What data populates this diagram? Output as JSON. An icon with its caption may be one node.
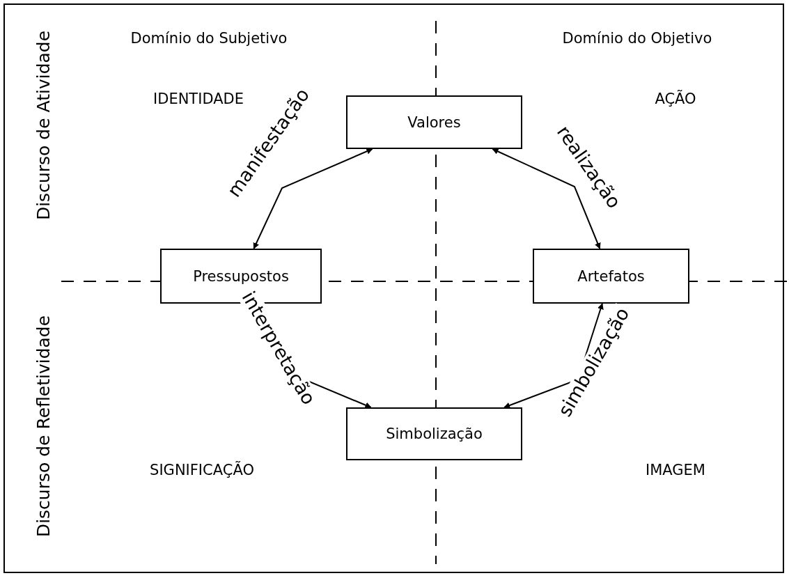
{
  "diagram": {
    "nodes": [
      {
        "text": [
          "Valores"
        ]
      },
      {
        "text": [
          "Pressupostos"
        ]
      },
      {
        "text": [
          "Artefatos"
        ]
      },
      {
        "text": [
          "Simbolização"
        ]
      }
    ],
    "edges": [
      {
        "from": 0,
        "to": 1,
        "arrow": "both",
        "label": "manifestação"
      },
      {
        "from": 0,
        "to": 2,
        "arrow": "both",
        "label": "realização"
      },
      {
        "from": 1,
        "to": 3,
        "arrow": "both",
        "label": "interpretação"
      },
      {
        "from": 2,
        "to": 3,
        "arrow": "both",
        "label": "simbolização"
      }
    ],
    "labels": [
      "Domínio do Subjetivo",
      "Domínio do Objetivo",
      "Discurso de Atividade",
      "IDENTIDADE",
      "AÇÃO",
      "Discurso de Refletividade",
      "SIGNIFICAÇÃO",
      "IMAGEM"
    ]
  }
}
